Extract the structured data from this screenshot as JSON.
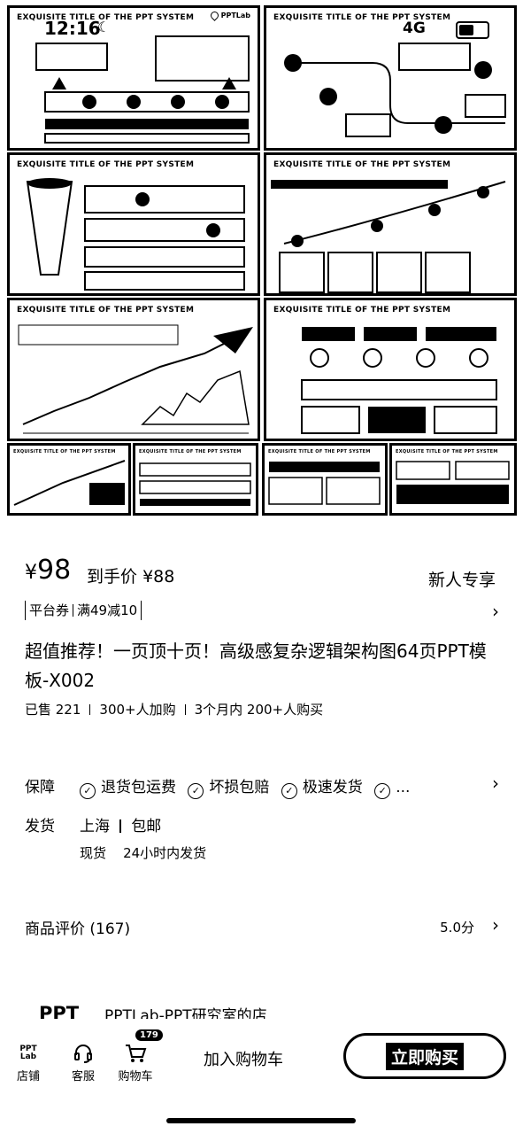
{
  "status_bar": {
    "time": "12:16",
    "network": "4G"
  },
  "banner": {
    "slide_title": "EXQUISITE TITLE OF THE PPT SYSTEM",
    "logo_text": "PPTLab"
  },
  "price": {
    "currency": "¥",
    "main": "98",
    "final_label": "到手价",
    "final_value": "¥88",
    "newbie_label": "新人专享"
  },
  "coupon": {
    "platform": "平台券",
    "deal": "满49减10"
  },
  "product": {
    "title": "超值推荐！一页顶十页！高级感复杂逻辑架构图64页PPT模板-X002",
    "sold": "已售 221",
    "added": "300+人加购",
    "bought": "3个月内 200+人购买"
  },
  "guarantee": {
    "label": "保障",
    "items": [
      "退货包运费",
      "坏损包赔",
      "极速发货"
    ],
    "more": "..."
  },
  "shipping": {
    "label": "发货",
    "from": "上海",
    "fee": "包邮",
    "stock": "现货",
    "time": "24小时内发货"
  },
  "reviews": {
    "label": "商品评价 (167)",
    "score": "5.0分"
  },
  "shop": {
    "abbr": "PPT",
    "name": "PPTLab-PPT研究室的店"
  },
  "bottom_bar": {
    "store_icon_text": "PPT Lab",
    "store": "店铺",
    "service": "客服",
    "cart": "购物车",
    "cart_count": "179",
    "add_to_cart": "加入购物车",
    "buy_now": "立即购买"
  }
}
